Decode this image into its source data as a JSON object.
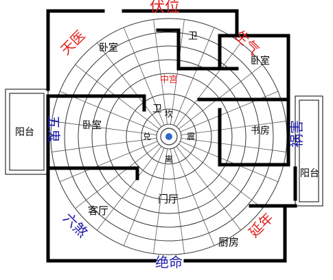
{
  "rooms": {
    "bedroom_top": "卧室",
    "bedroom_right": "卧室",
    "bedroom_left": "卧室",
    "study": "书房",
    "bath_top": "卫",
    "bath_mid": "卫",
    "balcony_left": "阳台",
    "balcony_right": "阳台",
    "living": "客厅",
    "foyer": "门厅",
    "kitchen": "厨房"
  },
  "sectors": {
    "top": "伏位",
    "top_left": "天医",
    "top_right": "生气",
    "left": "五鬼",
    "right": "祸害",
    "bottom_left": "六煞",
    "bottom": "绝命",
    "bottom_right": "延年"
  },
  "hub": {
    "north_word": "坎",
    "south_word": "离",
    "east_word": "震",
    "west_word": "兑",
    "center_word": "中宫"
  },
  "palette": {
    "ring_line": "#333333",
    "wall": "#000000",
    "red": "#e0201c",
    "blue": "#1a1aa8"
  }
}
